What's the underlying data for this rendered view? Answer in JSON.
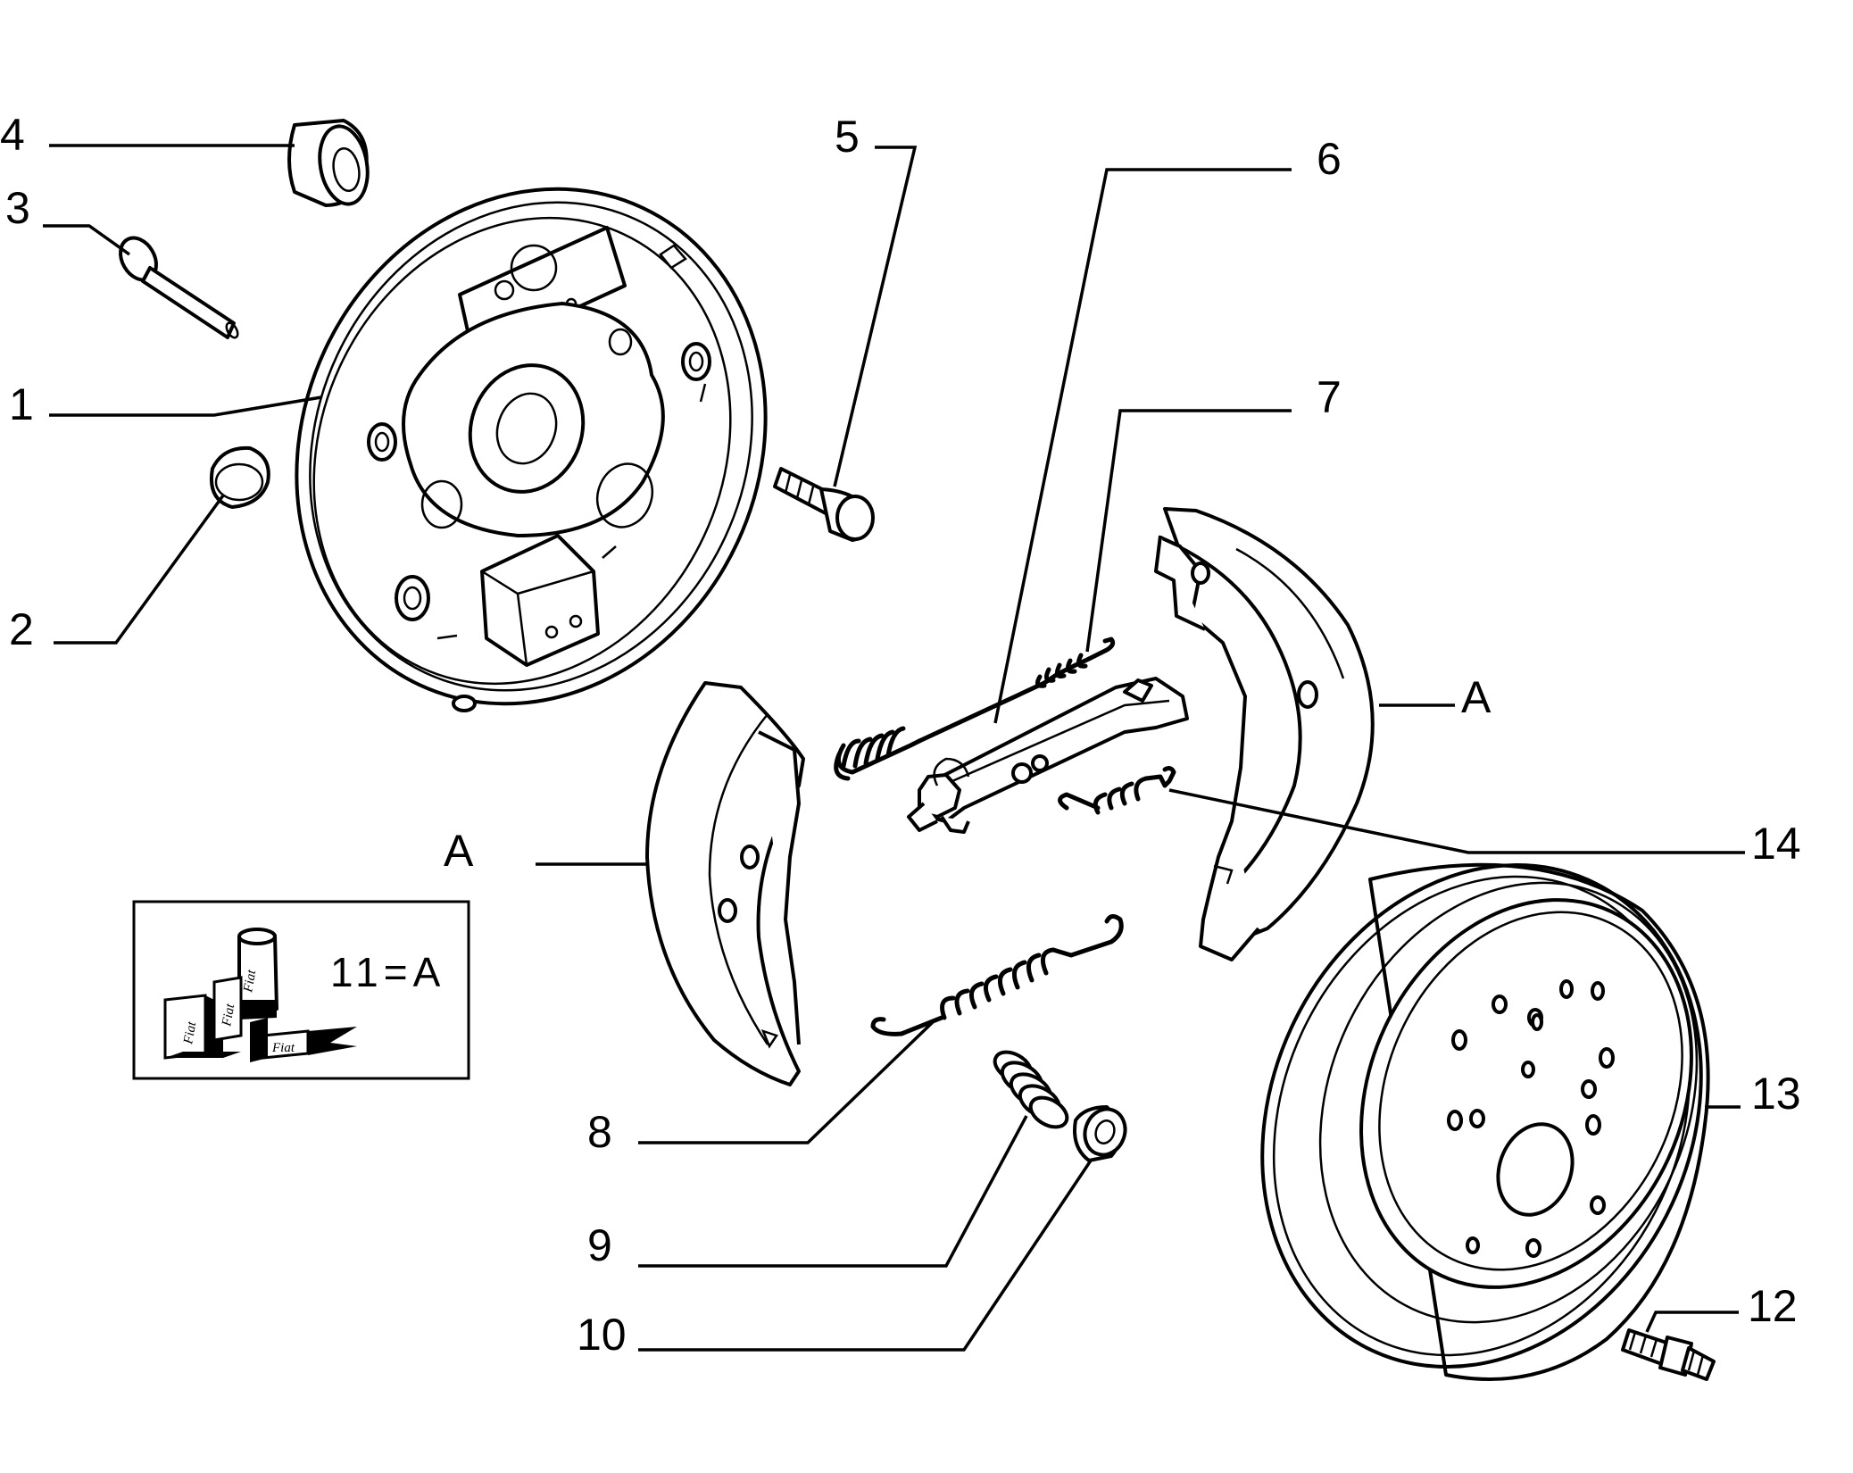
{
  "callouts": [
    {
      "id": "1",
      "text": "1"
    },
    {
      "id": "2",
      "text": "2"
    },
    {
      "id": "3",
      "text": "3"
    },
    {
      "id": "4",
      "text": "4"
    },
    {
      "id": "5",
      "text": "5"
    },
    {
      "id": "6",
      "text": "6"
    },
    {
      "id": "7",
      "text": "7"
    },
    {
      "id": "8",
      "text": "8"
    },
    {
      "id": "9",
      "text": "9"
    },
    {
      "id": "10",
      "text": "10"
    },
    {
      "id": "12",
      "text": "12"
    },
    {
      "id": "13",
      "text": "13"
    },
    {
      "id": "14",
      "text": "14"
    },
    {
      "id": "A-right",
      "text": "A"
    },
    {
      "id": "A-left",
      "text": "A"
    }
  ],
  "kit_box": {
    "label": "11=A",
    "brand_marks": [
      "Fiat",
      "Fiat",
      "Fiat",
      "Fiat"
    ]
  }
}
